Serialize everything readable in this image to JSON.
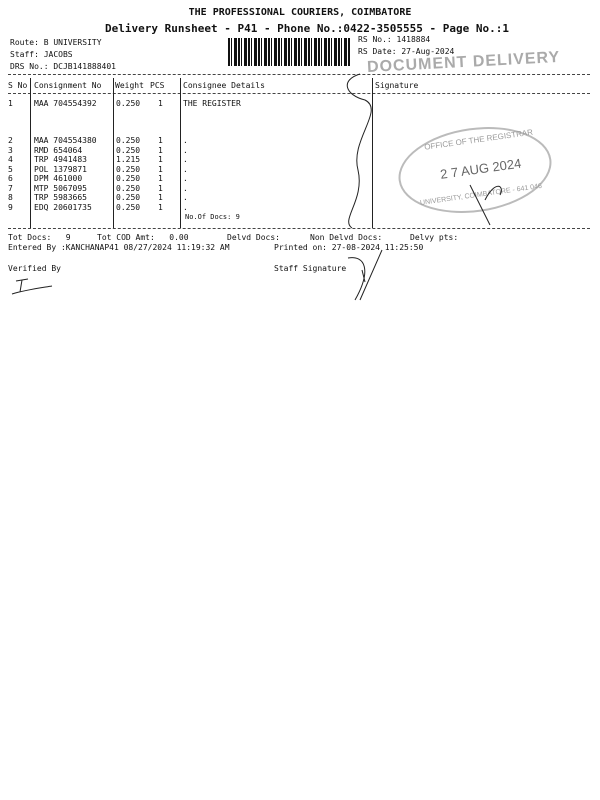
{
  "header": {
    "company": "THE PROFESSIONAL COURIERS, COIMBATORE",
    "subtitle": "Delivery Runsheet - P41 - Phone No.:0422-3505555 - Page No.:1",
    "route": "Route: B UNIVERSITY",
    "staff": "Staff: JACOBS",
    "drs": "DRS No.: DCJB141888401",
    "rs_no": "RS No.: 1418884",
    "rs_date": "RS Date: 27-Aug-2024"
  },
  "stamp_document": "DOCUMENT DELIVERY",
  "table": {
    "columns": [
      "S No",
      "Consignment No",
      "Weight",
      "PCS",
      "Consignee Details",
      "Signature"
    ],
    "rows": [
      {
        "sno": "1",
        "cons": "MAA 704554392",
        "wt": "0.250",
        "pcs": "1",
        "details": "THE REGISTER"
      },
      {
        "sno": "2",
        "cons": "MAA 704554380",
        "wt": "0.250",
        "pcs": "1",
        "details": "."
      },
      {
        "sno": "3",
        "cons": "RMD 654064",
        "wt": "0.250",
        "pcs": "1",
        "details": "."
      },
      {
        "sno": "4",
        "cons": "TRP 4941483",
        "wt": "1.215",
        "pcs": "1",
        "details": "."
      },
      {
        "sno": "5",
        "cons": "POL 1379871",
        "wt": "0.250",
        "pcs": "1",
        "details": "."
      },
      {
        "sno": "6",
        "cons": "DPM 461000",
        "wt": "0.250",
        "pcs": "1",
        "details": "."
      },
      {
        "sno": "7",
        "cons": "MTP 5067095",
        "wt": "0.250",
        "pcs": "1",
        "details": "."
      },
      {
        "sno": "8",
        "cons": "TRP 5983665",
        "wt": "0.250",
        "pcs": "1",
        "details": "."
      },
      {
        "sno": "9",
        "cons": "EDQ 20601735",
        "wt": "0.250",
        "pcs": "1",
        "details": "."
      }
    ],
    "no_of_docs": "No.Of Docs: 9"
  },
  "footer": {
    "tot_docs": "Tot Docs:   9",
    "tot_cod": "Tot COD Amt:   0.00",
    "delvd": "Delvd Docs:",
    "non_delvd": "Non Delvd Docs:",
    "delvy_pts": "Delvy pts:",
    "entered_by": "Entered By :KANCHANAP41 08/27/2024 11:19:32 AM",
    "printed_on": "Printed on: 27-08-2024 11:25:50",
    "verified_by": "Verified By",
    "staff_signature": "Staff Signature"
  },
  "registrar_stamp": {
    "top": "OFFICE OF THE REGISTRAR",
    "date": "2 7 AUG 2024",
    "bottom": "UNIVERSITY, COIMBATORE - 641 046"
  }
}
